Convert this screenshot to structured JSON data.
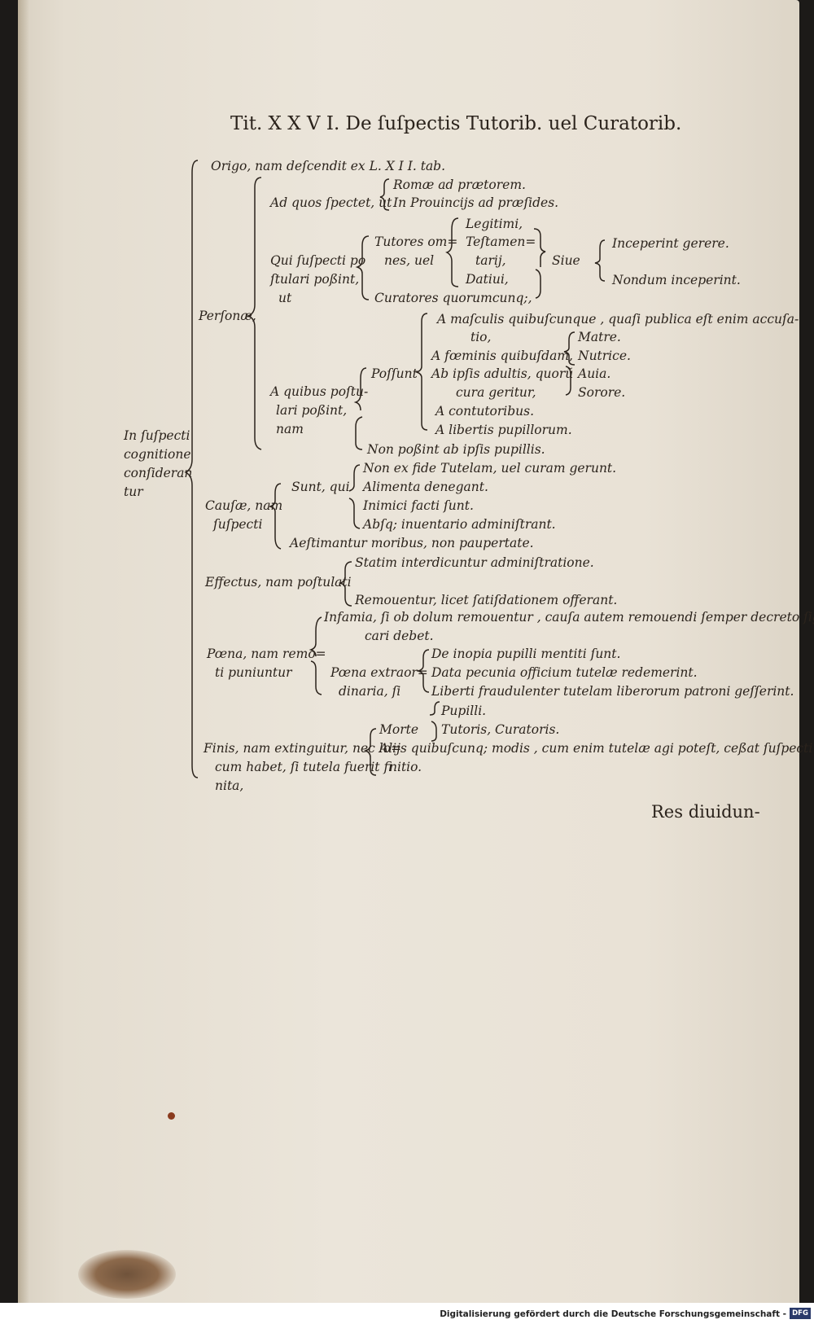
{
  "page": {
    "title": "Tit. X X V I. De ſuſpectis Tutorib. uel Curatorib.",
    "catchword": "Res diuidun-"
  },
  "tree": {
    "root": [
      "In ſuſpecti",
      "cognitione",
      "conſideran",
      "tur"
    ],
    "origo": "Origo, nam deſcendit ex L. X I I. tab.",
    "personae": {
      "label": "Perſonæ,",
      "ad_quos": {
        "label": "Ad quos ſpectet, ut",
        "items": [
          "Romæ ad prætorem.",
          "In Prouincijs ad præſides."
        ]
      },
      "qui": {
        "label": [
          "Qui ſuſpecti po",
          "ſtulari poßint,",
          "ut"
        ],
        "tutores": [
          "Tutores om=",
          "nes, uel"
        ],
        "types": [
          "Legitimi,",
          "Teſtamen=",
          "tarij,",
          "Datiui,"
        ],
        "curatores": "Curatores quorumcunq;,",
        "siue": "Siue",
        "siue_items": [
          "Inceperint gerere.",
          "Nondum inceperint."
        ]
      },
      "a_quibus": {
        "label": [
          "A quibus poſtu-",
          "lari poßint,",
          "nam"
        ],
        "possunt": "Poſſunt",
        "items": [
          "A maſculis quibuſcunque , quaſi publica eſt enim accuſa-",
          "tio,",
          "A fœminis quibuſdam,",
          "Ab ipſis adultis, quorũ",
          "cura geritur,",
          "A contutoribus.",
          "A libertis pupillorum."
        ],
        "women": [
          "Matre.",
          "Nutrice.",
          "Auia.",
          "Sorore."
        ],
        "non_possunt": "Non poßint ab ipſis pupillis."
      }
    },
    "causae": {
      "label": [
        "Cauſæ, nam",
        "ſuſpecti"
      ],
      "sunt_qui": "Sunt, qui",
      "items": [
        "Non ex fide Tutelam, uel curam gerunt.",
        "Alimenta denegant.",
        "Inimici facti ſunt.",
        "Abſq; inuentario adminiſtrant."
      ],
      "aestimantur": "Aeſtimantur moribus, non paupertate."
    },
    "effectus": {
      "label": "Effectus, nam poſtulati",
      "items": [
        "Statim interdicuntur adminiſtratione.",
        "Remouentur, licet ſatiſdationem offerant."
      ]
    },
    "poena": {
      "label": [
        "Pœna, nam remo=",
        "ti puniuntur"
      ],
      "infamia": [
        "Infamia, ſi ob dolum remouentur , cauſa autem remouendi ſemper decreto ſignifi=",
        "cari debet."
      ],
      "extra": [
        "Pœna extraor=",
        "dinaria, ſi"
      ],
      "extra_items": [
        "De inopia pupilli mentiti ſunt.",
        "Data pecunia officium tutelæ redemerint.",
        "Liberti fraudulenter tutelam liberorum patroni geſſerint."
      ]
    },
    "finis": {
      "label": [
        "Finis, nam extinguitur, nec lo=",
        "cum habet, ſi tutela fuerit fi",
        "nita,"
      ],
      "morte": "Morte",
      "morte_items": [
        "Pupilli.",
        "Tutoris, Curatoris."
      ],
      "alijs": [
        "Alijs quibuſcunq; modis , cum enim tutelæ agi poteſt, ceßat ſuſpecti cog=",
        "nitio."
      ]
    }
  },
  "footer": {
    "text": "Digitalisierung gefördert durch die Deutsche Forschungsgemeinschaft -",
    "logo": "DFG"
  }
}
